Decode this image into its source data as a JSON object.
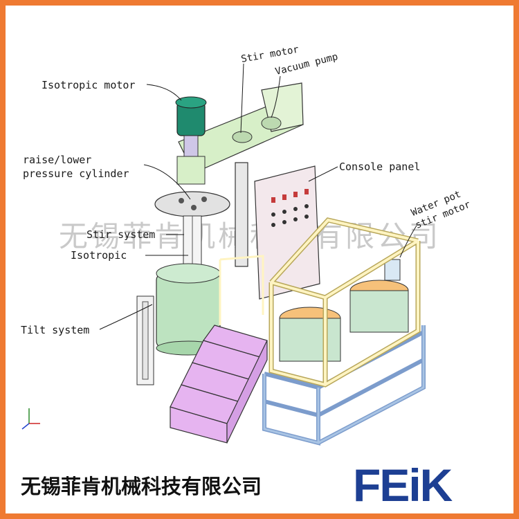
{
  "labels": {
    "isotropic_motor": "Isotropic motor",
    "stir_motor": "Stir motor",
    "vacuum_pump": "Vacuum pump",
    "raise_lower_1": "raise/lower",
    "raise_lower_2": "pressure cylinder",
    "console_panel": "Console panel",
    "water_pot_1": "Water pot",
    "water_pot_2": "stir motor",
    "stir_system": "Stir system",
    "isotropic": "Isotropic",
    "tilt_system": "Tilt system"
  },
  "watermark": "无锡菲肯机械科技有限公司",
  "company_name": "无锡菲肯机械科技有限公司",
  "logo": "FEiK",
  "colors": {
    "border": "#ef7a32",
    "logo": "#1d3f93",
    "tank": "#bde3c0",
    "frame_blue": "#a9c4e4",
    "rail": "#fff4c2",
    "stairs": "#e6b4f0"
  }
}
